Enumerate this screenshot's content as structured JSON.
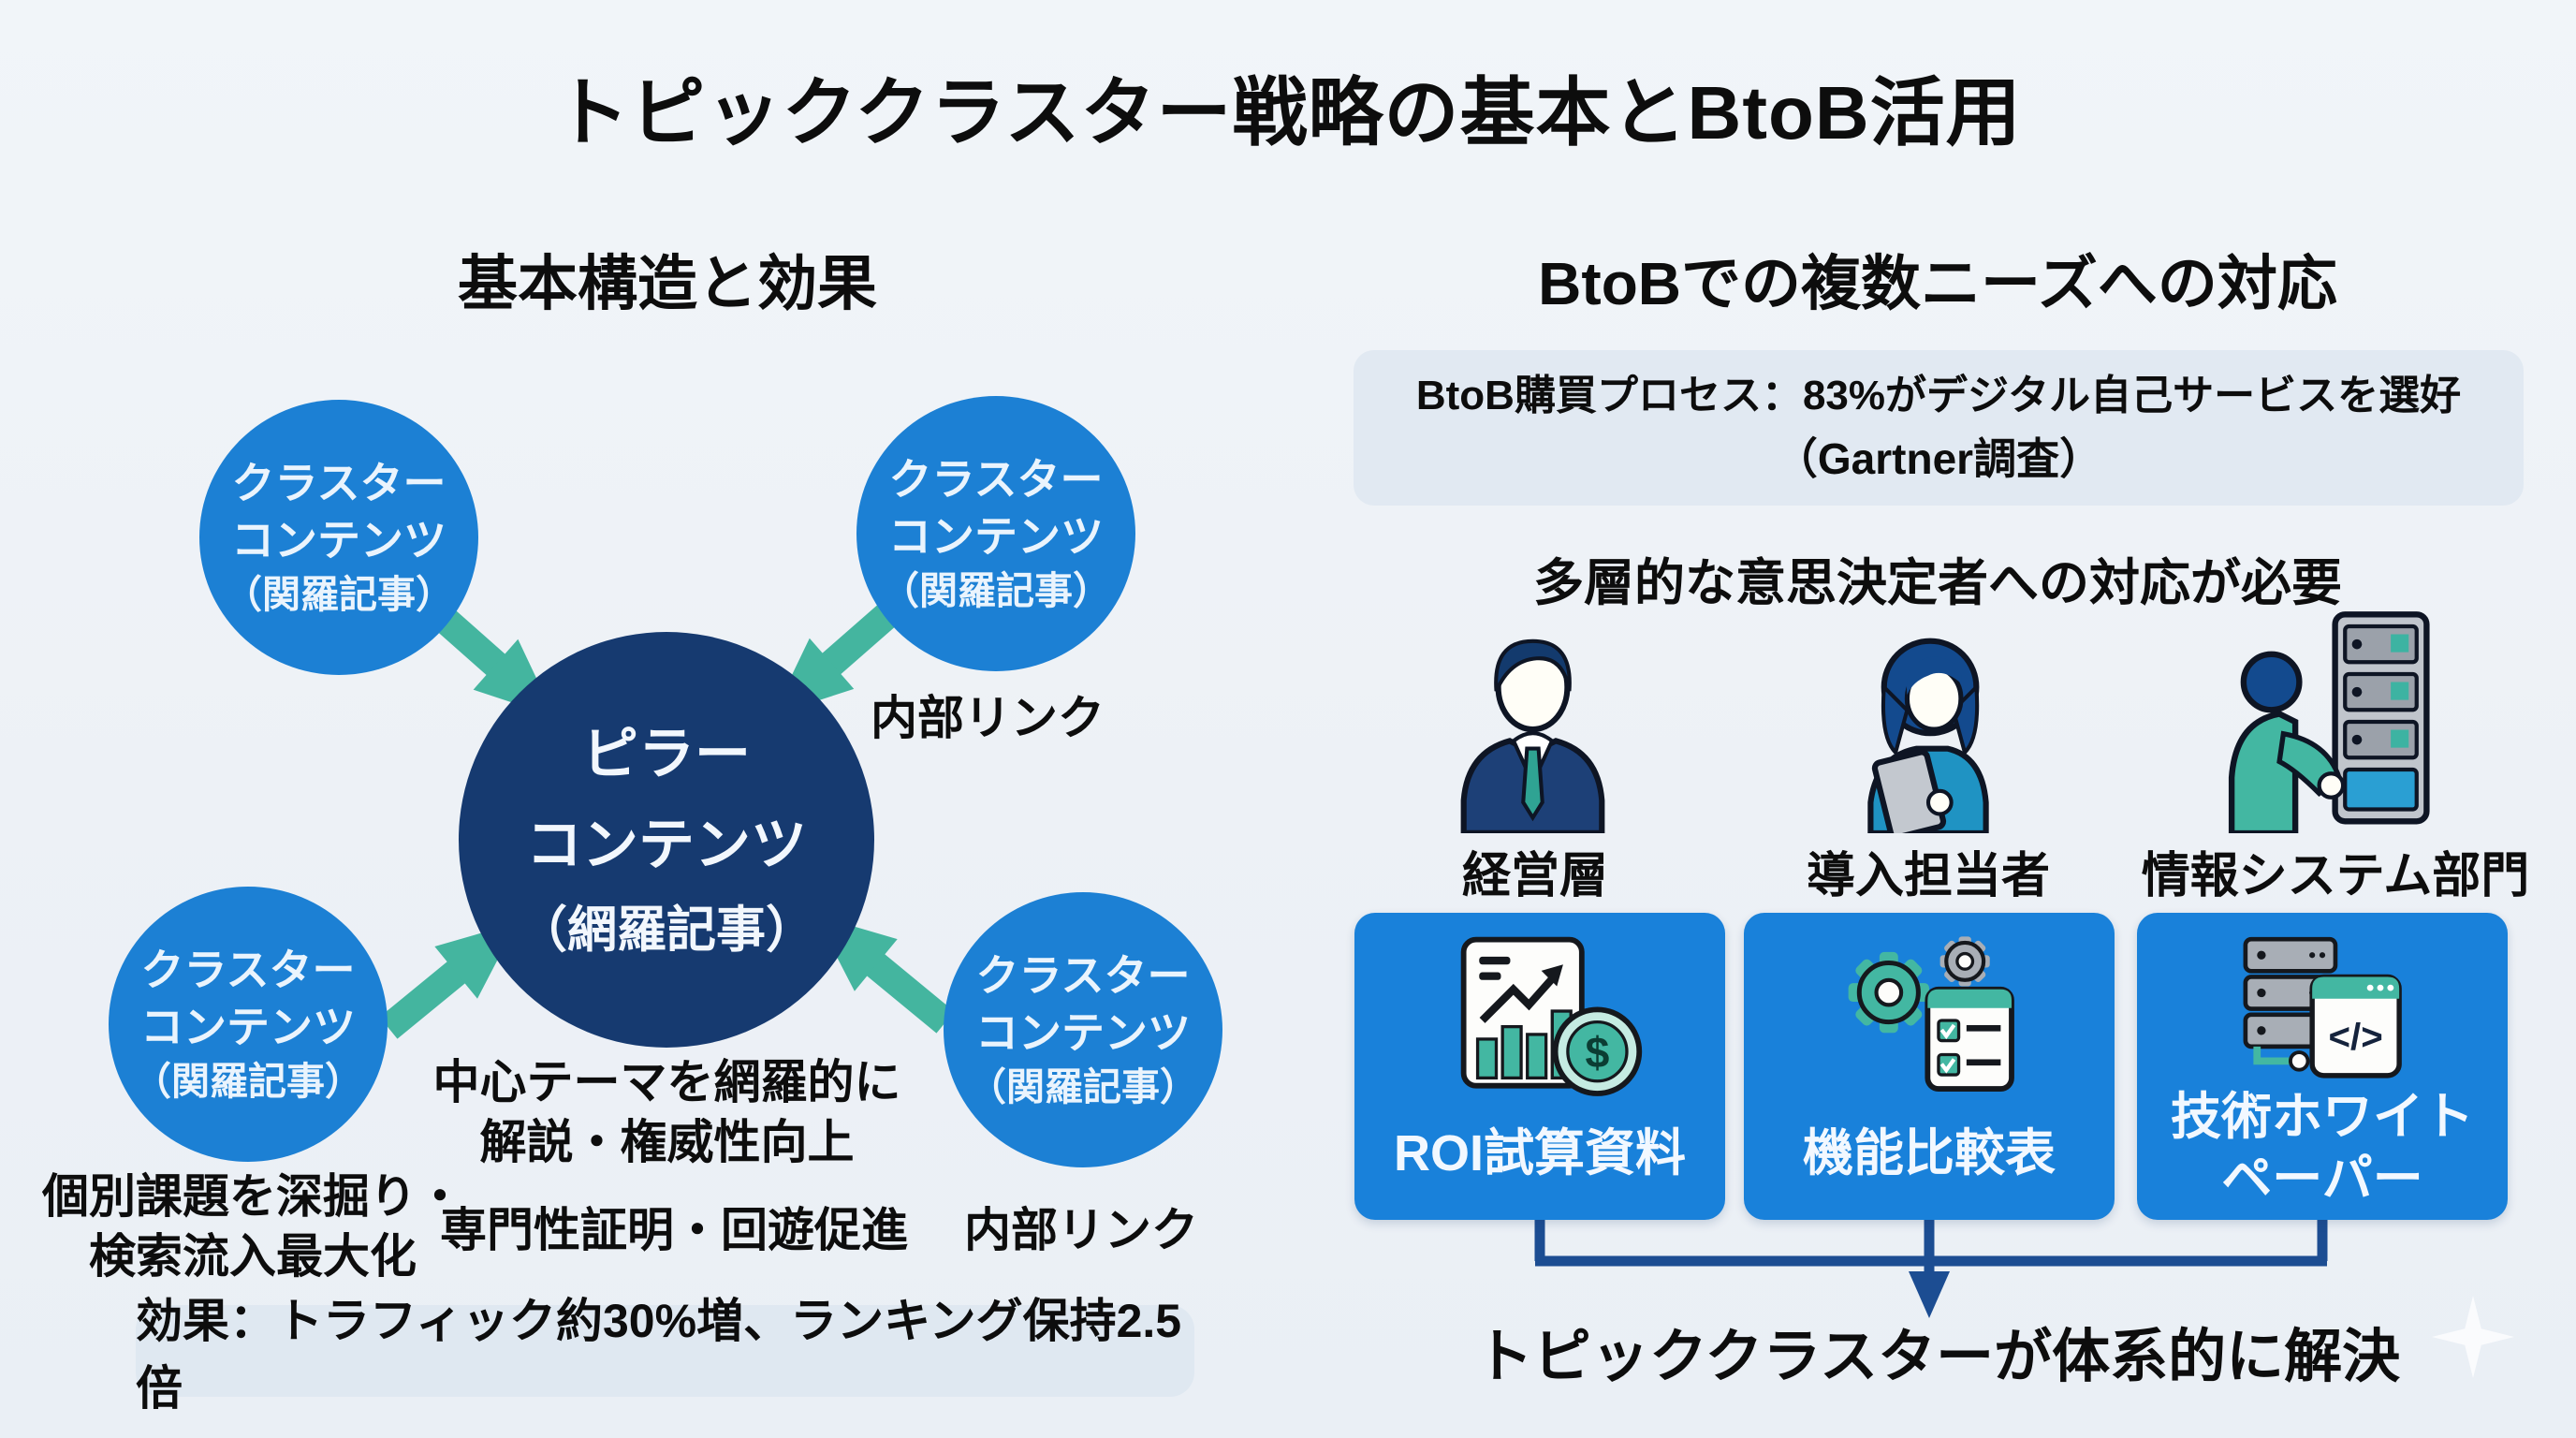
{
  "title": "トピッククラスター戦略の基本とBtoB活用",
  "colors": {
    "background": "#eef2f6",
    "cluster_blue": "#1c80d4",
    "pillar_navy": "#163a70",
    "card_blue": "#1981da",
    "arrow_teal": "#44b59f",
    "connector_navy": "#1c4d92",
    "panel_grey": "#dfe8f1",
    "text_black": "#0d0d0d"
  },
  "left_section": {
    "heading": "基本構造と効果",
    "pillar_circle": {
      "line1": "ピラー",
      "line2": "コンテンツ",
      "line3": "（網羅記事）"
    },
    "cluster_circle": {
      "line1": "クラスター",
      "line2": "コンテンツ",
      "line3": "（関羅記事）"
    },
    "annotations": {
      "internal_link_top": "内部リンク",
      "internal_link_bottom": "内部リンク",
      "cluster_note_line1": "個別課題を深掘り・",
      "cluster_note_line2": "検索流入最大化",
      "pillar_note1_line1": "中心テーマを網羅的に",
      "pillar_note1_line2": "解説・権威性向上",
      "pillar_note2": "専門性証明・回遊促進"
    },
    "effect_bar": "効果：トラフィック約30%増、ランキング保持2.5倍"
  },
  "right_section": {
    "heading": "BtoBでの複数ニーズへの対応",
    "stat_box": {
      "line1": "BtoB購買プロセス：83%がデジタル自己サービスを選好",
      "line2": "（Gartner調査）"
    },
    "subheading": "多層的な意思決定者への対応が必要",
    "personas": [
      {
        "label": "経営層",
        "icon": "executive-icon"
      },
      {
        "label": "導入担当者",
        "icon": "tablet-user-icon"
      },
      {
        "label": "情報システム部門",
        "icon": "it-server-icon"
      }
    ],
    "cards": [
      {
        "label": "ROI試算資料",
        "icon": "roi-chart-coin-icon"
      },
      {
        "label": "機能比較表",
        "icon": "gears-checklist-icon"
      },
      {
        "label": "技術ホワイト",
        "label2": "ペーパー",
        "icon": "server-code-icon"
      }
    ],
    "conclusion": "トピッククラスターが体系的に解決"
  },
  "icon_glyphs": {
    "dollar": "$",
    "code": "</>"
  }
}
